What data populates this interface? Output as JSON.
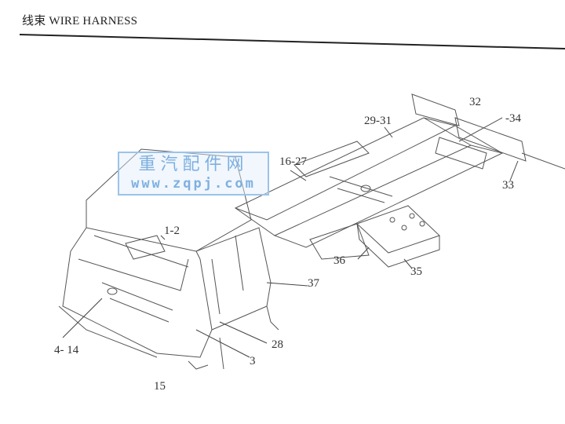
{
  "header": {
    "title": "线束 WIRE HARNESS"
  },
  "watermark": {
    "name": "重汽配件网",
    "url": "www.zqpj.com"
  },
  "callouts": [
    {
      "id": "32",
      "label": "32"
    },
    {
      "id": "34",
      "label": "-34"
    },
    {
      "id": "29-31",
      "label": "29-31"
    },
    {
      "id": "16-27",
      "label": "16-27"
    },
    {
      "id": "33",
      "label": "33"
    },
    {
      "id": "1-2",
      "label": "1-2"
    },
    {
      "id": "36",
      "label": "36"
    },
    {
      "id": "35",
      "label": "35"
    },
    {
      "id": "37",
      "label": "37"
    },
    {
      "id": "28",
      "label": "28"
    },
    {
      "id": "4-14",
      "label": "4- 14"
    },
    {
      "id": "3",
      "label": "3"
    },
    {
      "id": "15",
      "label": "15"
    }
  ],
  "colors": {
    "ink": "#333333",
    "watermark": "#7fb0e0"
  }
}
